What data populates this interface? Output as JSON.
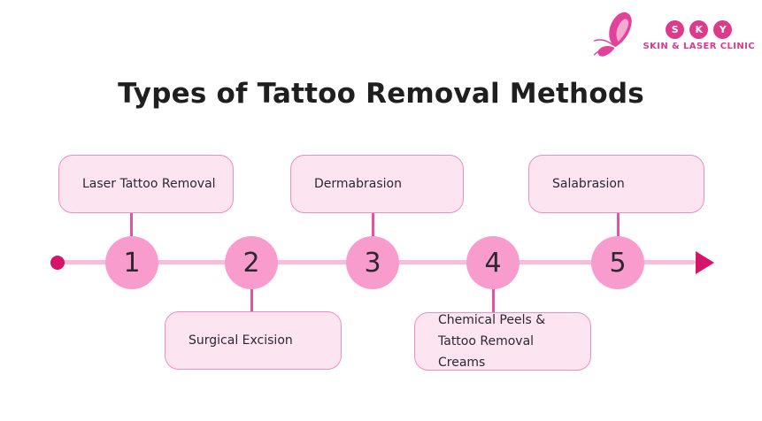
{
  "title": "Types of Tattoo Removal Methods",
  "logo": {
    "letters": [
      "S",
      "K",
      "Y"
    ],
    "tagline": "SKIN & LASER CLINIC"
  },
  "icons": {
    "butterfly": "butterfly-icon",
    "arrow": "right-arrow-icon",
    "start_dot": "timeline-start-dot"
  },
  "timeline": {
    "steps": [
      {
        "number": "1",
        "label": "Laser Tattoo Removal",
        "position": "above"
      },
      {
        "number": "2",
        "label": "Surgical Excision",
        "position": "below"
      },
      {
        "number": "3",
        "label": "Dermabrasion",
        "position": "above"
      },
      {
        "number": "4",
        "label": "Chemical Peels & Tattoo Removal Creams",
        "position": "below"
      },
      {
        "number": "5",
        "label": "Salabrasion",
        "position": "above"
      }
    ]
  },
  "colors": {
    "brand": "#dd3a8c",
    "deep_pink": "#d41568",
    "connector": "#e0559f",
    "circle_fill": "#f89cce",
    "line": "#f5bedd",
    "box_fill": "#fce4f1",
    "box_border": "#ee8ec1",
    "title_text": "#1f1f1f",
    "label_text": "#2c2733"
  }
}
